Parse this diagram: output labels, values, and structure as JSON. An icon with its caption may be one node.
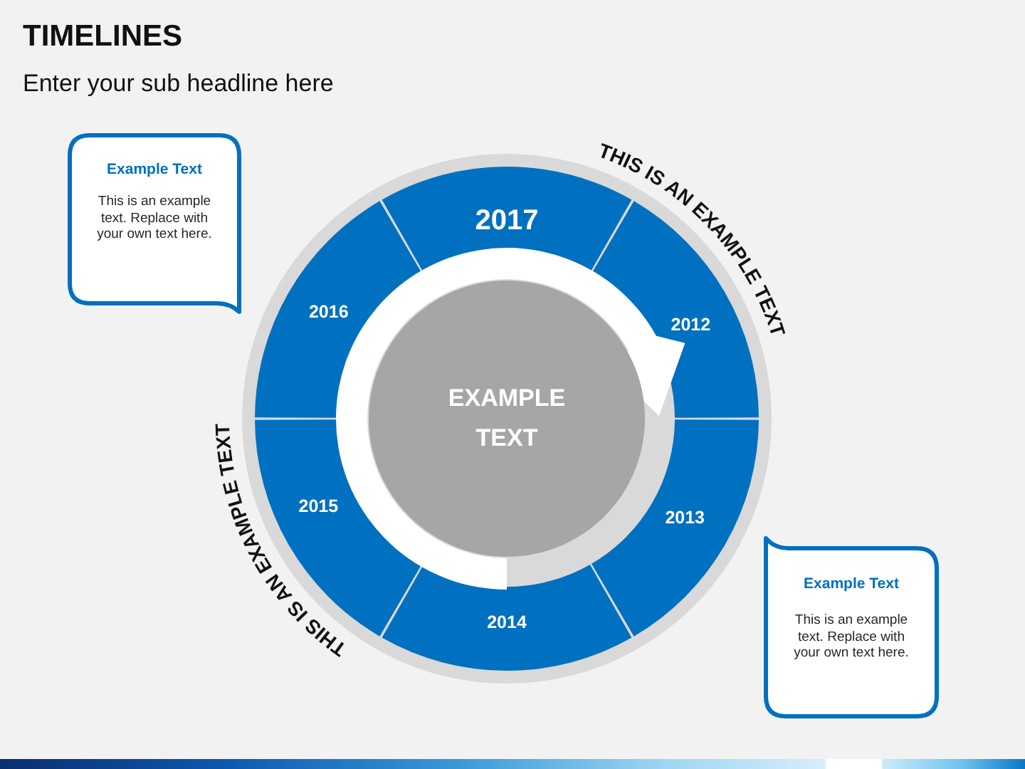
{
  "diagram": {
    "title": "TIMELINES",
    "nodes": [
      {
        "text": [
          "Example Text",
          "This is an example text. Replace with your own text here."
        ]
      },
      {
        "text": [
          "2017"
        ]
      },
      {
        "text": [
          "2012"
        ]
      },
      {
        "text": [
          "2013"
        ]
      },
      {
        "text": [
          "2014"
        ]
      },
      {
        "text": [
          "2015"
        ]
      },
      {
        "text": [
          "2016"
        ]
      },
      {
        "text": [
          "EXAMPLE TEXT"
        ]
      },
      {
        "text": [
          "Example Text",
          "This is an example text. Replace with your own text here."
        ]
      }
    ],
    "labels": [
      "Enter your sub headline here",
      "THIS IS AN EXAMPLE TEXT",
      "THIS IS AN EXAMPLE TEXT"
    ]
  }
}
